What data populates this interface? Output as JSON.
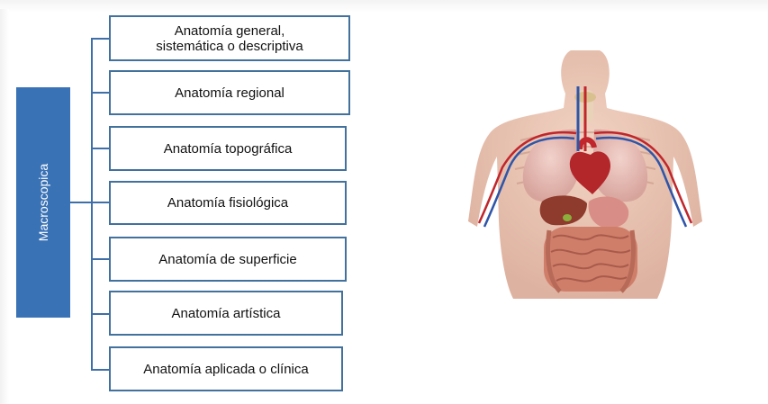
{
  "root": {
    "label": "Macroscopica",
    "color": "#3a72b6"
  },
  "branches": [
    {
      "label": "Anatomía general,\nsistemática o descriptiva"
    },
    {
      "label": "Anatomía regional"
    },
    {
      "label": "Anatomía topográfica"
    },
    {
      "label": "Anatomía fisiológica"
    },
    {
      "label": "Anatomía de superficie"
    },
    {
      "label": "Anatomía artística"
    },
    {
      "label": "Anatomía aplicada o clínica"
    }
  ],
  "colors": {
    "box_border": "#41719c",
    "connector": "#3f6fa8",
    "artery": "#c0262b",
    "vein": "#2f55a8"
  },
  "image": {
    "icon": "human-anatomy-torso-illustration"
  }
}
